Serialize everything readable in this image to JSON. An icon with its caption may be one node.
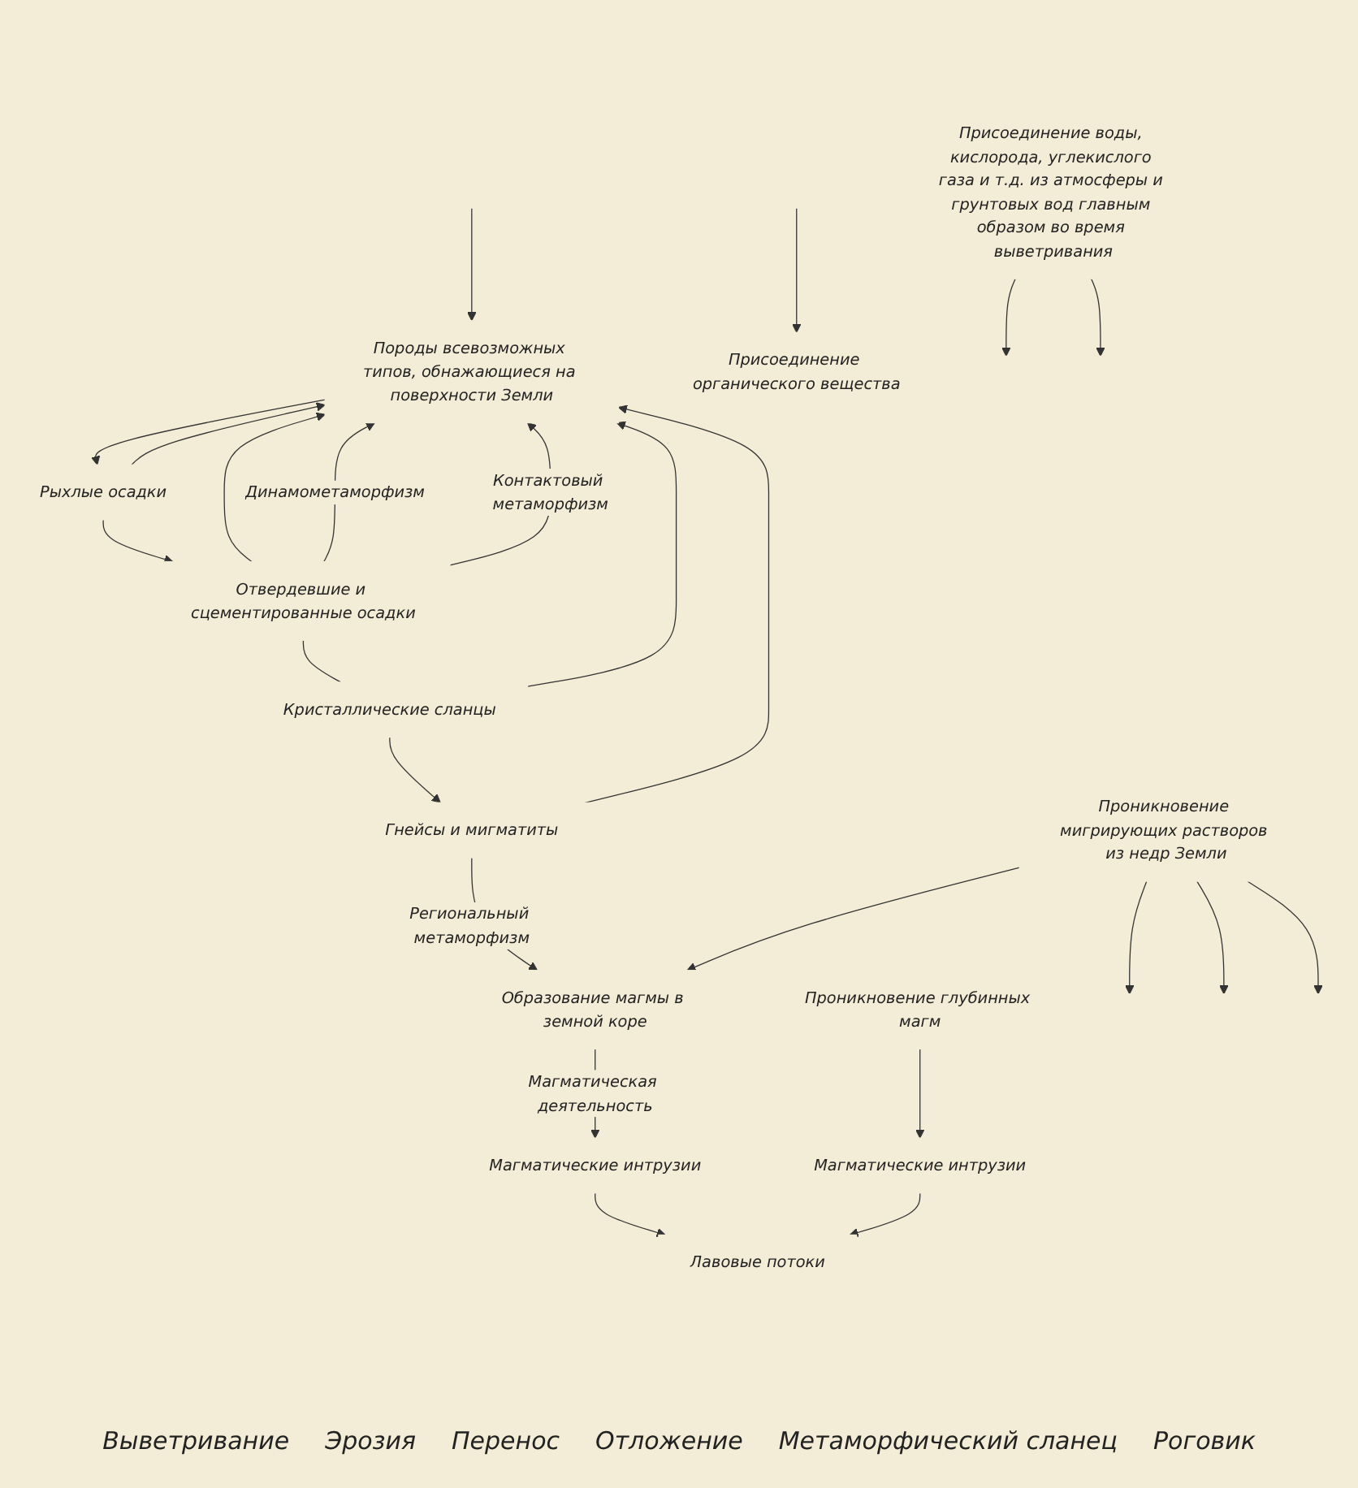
{
  "diagram": {
    "nodes": [
      {
        "text": [
          "Присоединение воды, кислорода, углекислого газа и т.д. из атмосферы и грунтовых вод главным образом во время выветривания"
        ]
      },
      {
        "text": [
          "Присоединение органического вещества"
        ]
      },
      {
        "text": [
          "Породы всевозможных типов, обнажающиеся на поверхности Земли"
        ]
      },
      {
        "text": [
          "Рыхлые осадки"
        ]
      },
      {
        "text": [
          "Отвердевшие и сцементированные осадки"
        ]
      },
      {
        "text": [
          "Лавовые потоки"
        ]
      },
      {
        "text": [
          "Кристаллические сланцы"
        ]
      },
      {
        "text": [
          "Магматические интрузии"
        ]
      },
      {
        "text": [
          "Магматические интрузии"
        ]
      },
      {
        "text": [
          "Гнейсы и мигматиты"
        ]
      },
      {
        "text": [
          "Образование магмы в земной коре"
        ]
      },
      {
        "text": [
          "Проникновение глубинных магм"
        ]
      },
      {
        "text": [
          "Проникновение мигрирующих растворов из недр Земли"
        ]
      }
    ],
    "edges": [
      {
        "from": null,
        "to": 2,
        "arrow": "to"
      },
      {
        "from": 0,
        "to": null,
        "arrow": "to"
      },
      {
        "from": 0,
        "to": null,
        "arrow": "to"
      },
      {
        "from": null,
        "to": 1,
        "arrow": "to"
      },
      {
        "from": 2,
        "to": 3,
        "arrow": "to"
      },
      {
        "from": 3,
        "to": 2,
        "arrow": "to"
      },
      {
        "from": 3,
        "to": 4,
        "arrow": "to"
      },
      {
        "from": 4,
        "to": 2,
        "arrow": "to"
      },
      {
        "from": 4,
        "to": 2,
        "label": "Динамометаморфизм",
        "arrow": "to"
      },
      {
        "from": 4,
        "to": 2,
        "label": "Контактовый метаморфизм",
        "arrow": "to"
      },
      {
        "from": 4,
        "to": 6,
        "arrow": "none"
      },
      {
        "from": 6,
        "to": 2,
        "arrow": "to"
      },
      {
        "from": 6,
        "to": 9,
        "arrow": "to"
      },
      {
        "from": 9,
        "to": 2,
        "arrow": "to"
      },
      {
        "from": 9,
        "to": 10,
        "label": "Региональный метаморфизм",
        "arrow": "to"
      },
      {
        "from": 10,
        "to": 8,
        "label": "Магматическая деятельность",
        "arrow": "to"
      },
      {
        "from": 8,
        "to": 5,
        "arrow": "to"
      },
      {
        "from": 11,
        "to": 7,
        "arrow": "to"
      },
      {
        "from": 7,
        "to": 5,
        "arrow": "to"
      },
      {
        "from": 12,
        "to": 10,
        "arrow": "to"
      },
      {
        "from": 12,
        "to": null,
        "arrow": "to"
      },
      {
        "from": 12,
        "to": null,
        "arrow": "to"
      },
      {
        "from": 12,
        "to": null,
        "arrow": "to"
      }
    ],
    "labels": [
      "Выветривание",
      "Эрозия",
      "Перенос",
      "Отложение",
      "Метаморфический сланец",
      "Роговик"
    ]
  }
}
